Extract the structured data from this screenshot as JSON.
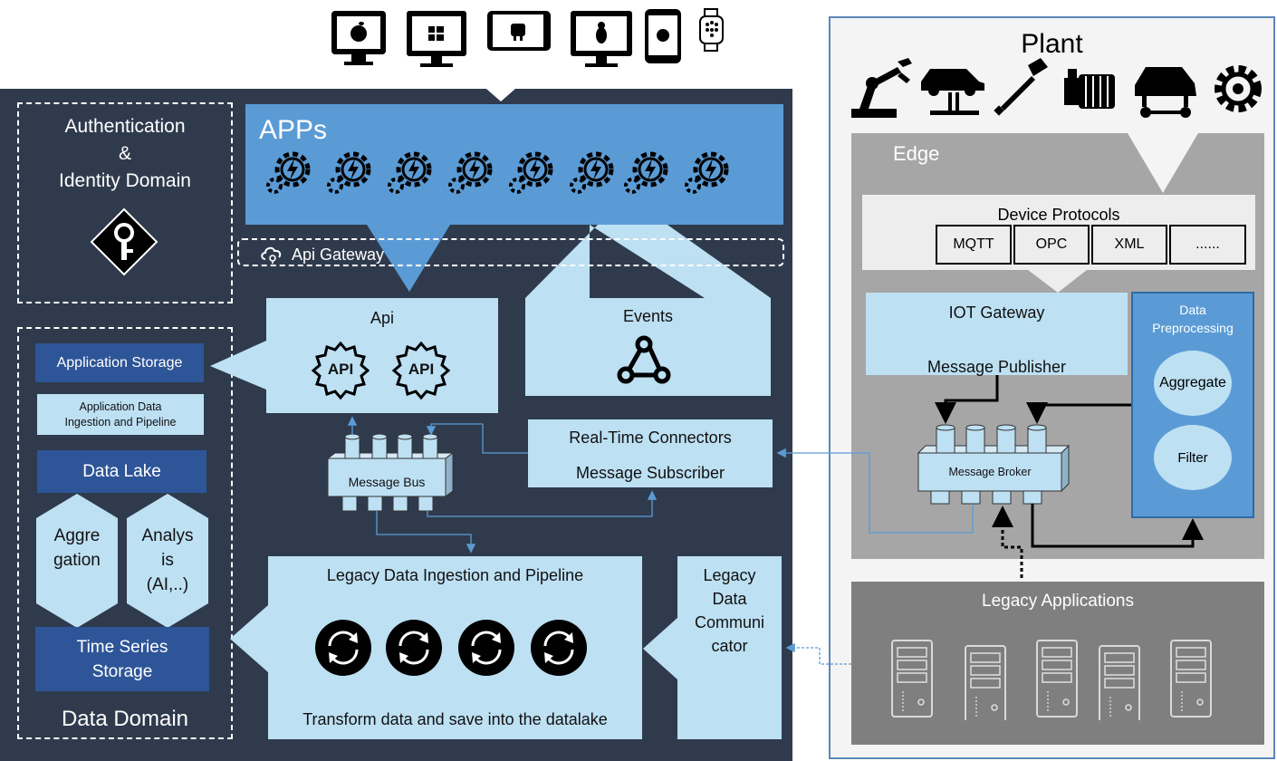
{
  "apps": {
    "title": "APPs"
  },
  "api_gateway": {
    "label": "Api Gateway"
  },
  "auth": {
    "line1": "Authentication",
    "line2": "&",
    "line3": "Identity Domain"
  },
  "data_domain": {
    "title": "Data Domain",
    "app_storage": "Application Storage",
    "app_ingestion": {
      "line1": "Application Data",
      "line2": "Ingestion and Pipeline"
    },
    "data_lake": "Data Lake",
    "aggregation": {
      "line1": "Aggre",
      "line2": "gation"
    },
    "analysis": {
      "line1": "Analys",
      "line2": "is",
      "line3": "(AI,..)"
    },
    "time_series": {
      "line1": "Time Series",
      "line2": "Storage"
    }
  },
  "api": {
    "title": "Api",
    "badge": "API"
  },
  "events": {
    "title": "Events"
  },
  "message_bus": {
    "label": "Message Bus"
  },
  "realtime": {
    "line1": "Real-Time Connectors",
    "line2": "Message Subscriber"
  },
  "legacy_ingestion": {
    "title": "Legacy Data Ingestion and Pipeline",
    "footer": "Transform data and save into the datalake"
  },
  "legacy_communicator": {
    "line1": "Legacy",
    "line2": "Data",
    "line3": "Communi",
    "line4": "cator"
  },
  "plant": {
    "title": "Plant",
    "edge": "Edge",
    "device_protocols": "Device Protocols",
    "protocols": [
      "MQTT",
      "OPC",
      "XML",
      "......"
    ],
    "iot_gateway": "IOT Gateway",
    "message_publisher": "Message Publisher",
    "data_preprocessing": {
      "line1": "Data",
      "line2": "Preprocessing"
    },
    "aggregate": "Aggregate",
    "filter": "Filter",
    "message_broker": "Message Broker",
    "legacy_applications": "Legacy Applications"
  },
  "colors": {
    "dark_panel": "#2f3b4d",
    "apps_blue": "#5b9bd5",
    "light_blue": "#bde0f3",
    "dark_blue_box": "#2e5597",
    "edge_gray": "#a6a6a6",
    "legacy_gray": "#7f7f7f",
    "plant_border": "#5b87b8"
  },
  "icons": {
    "devices": [
      "apple-desktop-icon",
      "windows-desktop-icon",
      "android-tablet-icon",
      "linux-desktop-icon",
      "iphone-icon",
      "smartwatch-icon"
    ],
    "plant_machines": [
      "robot-arm-icon",
      "car-lift-icon",
      "screwdriver-icon",
      "motor-icon",
      "car-assembly-icon",
      "gear-icon"
    ]
  }
}
